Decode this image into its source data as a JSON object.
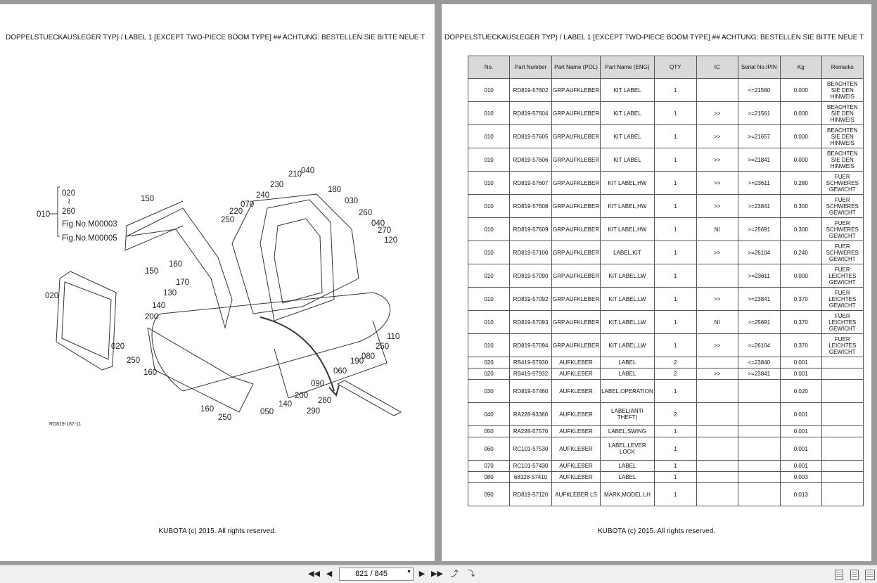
{
  "left_page": {
    "header": "DOPPELSTUECKAUSLEGER TYP) / LABEL 1 [EXCEPT TWO-PIECE BOOM TYPE] ## ACHTUNG: BESTELLEN SIE BITTE NEUE T",
    "footer": "KUBOTA (c) 2015. All rights reserved.",
    "diagram": {
      "drawing_id": "RD819-187-11",
      "bracket_labels": [
        "010",
        "020",
        "260",
        "Fig.No.M00003",
        "Fig.No.M00005"
      ],
      "range_mark": "≀",
      "callouts": [
        "210",
        "040",
        "230",
        "180",
        "240",
        "030",
        "150",
        "070",
        "220",
        "260",
        "250",
        "040",
        "270",
        "120",
        "160",
        "150",
        "170",
        "130",
        "020",
        "140",
        "200",
        "020",
        "250",
        "160",
        "110",
        "250",
        "080",
        "190",
        "060",
        "090",
        "200",
        "140",
        "280",
        "160",
        "250",
        "050",
        "290"
      ]
    }
  },
  "right_page": {
    "header": "DOPPELSTUECKAUSLEGER TYP) / LABEL 1 [EXCEPT TWO-PIECE BOOM TYPE] ## ACHTUNG: BESTELLEN SIE BITTE NEUE T",
    "footer": "KUBOTA (c) 2015. All rights reserved.",
    "table": {
      "headers": [
        "No.",
        "Part Number",
        "Part Name (POL)",
        "Part Name (ENG)",
        "QTY",
        "IC",
        "Serial No./PIN",
        "Kg",
        "Remarks"
      ],
      "rows": [
        [
          "010",
          "RD819-57602",
          "GRP.AUFKLEBER",
          "KIT LABEL",
          "1",
          "",
          "<=21560",
          "0.000",
          "BEACHTEN SIE DEN HINWEIS"
        ],
        [
          "010",
          "RD819-57604",
          "GRP.AUFKLEBER",
          "KIT LABEL",
          "1",
          ">>",
          ">=21561",
          "0.000",
          "BEACHTEN SIE DEN HINWEIS"
        ],
        [
          "010",
          "RD819-57605",
          "GRP.AUFKLEBER",
          "KIT LABEL",
          "1",
          ">>",
          ">=21657",
          "0.000",
          "BEACHTEN SIE DEN HINWEIS"
        ],
        [
          "010",
          "RD819-57606",
          "GRP.AUFKLEBER",
          "KIT LABEL",
          "1",
          ">>",
          ">=21841",
          "0.000",
          "BEACHTEN SIE DEN HINWEIS"
        ],
        [
          "010",
          "RD819-57607",
          "GRP.AUFKLEBER",
          "KIT LABEL,HW",
          "1",
          ">>",
          ">=23611",
          "0.280",
          "FUER SCHWERES GEWICHT"
        ],
        [
          "010",
          "RD819-57608",
          "GRP.AUFKLEBER",
          "KIT LABEL,HW",
          "1",
          ">>",
          ">=23841",
          "0.300",
          "FUER SCHWERES GEWICHT"
        ],
        [
          "010",
          "RD819-57609",
          "GRP.AUFKLEBER",
          "KIT LABEL,HW",
          "1",
          "NI",
          ">=25691",
          "0.300",
          "FUER SCHWERES GEWICHT"
        ],
        [
          "010",
          "RD819-57100",
          "GRP.AUFKLEBER",
          "LABEL,KIT",
          "1",
          ">>",
          ">=26104",
          "0.240",
          "FUER SCHWERES GEWICHT"
        ],
        [
          "010",
          "RD819-57090",
          "GRP.AUFKLEBER",
          "KIT LABEL,LW",
          "1",
          "",
          ">=23611",
          "0.000",
          "FUER LEICHTES GEWICHT"
        ],
        [
          "010",
          "RD819-57092",
          "GRP.AUFKLEBER",
          "KIT LABEL,LW",
          "1",
          ">>",
          ">=23841",
          "0.370",
          "FUER LEICHTES GEWICHT"
        ],
        [
          "010",
          "RD819-57093",
          "GRP.AUFKLEBER",
          "KIT LABEL,LW",
          "1",
          "NI",
          ">=25691",
          "0.370",
          "FUER LEICHTES GEWICHT"
        ],
        [
          "010",
          "RD819-57094",
          "GRP.AUFKLEBER",
          "KIT LABEL,LW",
          "1",
          ">>",
          ">=26104",
          "0.370",
          "FUER LEICHTES GEWICHT"
        ],
        [
          "020",
          "RB419-57930",
          "AUFKLEBER",
          "LABEL",
          "2",
          "",
          "<=23840",
          "0.001",
          ""
        ],
        [
          "020",
          "RB419-57932",
          "AUFKLEBER",
          "LABEL",
          "2",
          ">>",
          ">=23841",
          "0.001",
          ""
        ],
        [
          "030",
          "RD819-57460",
          "AUFKLEBER",
          "LABEL,OPERATION",
          "1",
          "",
          "",
          "0.020",
          ""
        ],
        [
          "040",
          "RA228-93380",
          "AUFKLEBER",
          "LABEL(ANTI THEFT)",
          "2",
          "",
          "",
          "0.001",
          ""
        ],
        [
          "050",
          "RA228-57570",
          "AUFKLEBER",
          "LABEL,SWING",
          "1",
          "",
          "",
          "0.001",
          ""
        ],
        [
          "060",
          "RC101-57530",
          "AUFKLEBER",
          "LABEL,LEVER LOCK",
          "1",
          "",
          "",
          "0.001",
          ""
        ],
        [
          "070",
          "RC101-57430",
          "AUFKLEBER",
          "LABEL",
          "1",
          "",
          "",
          "0.001",
          ""
        ],
        [
          "080",
          "68328-57410",
          "AUFKLEBER",
          "LABEL",
          "1",
          "",
          "",
          "0.003",
          ""
        ],
        [
          "090",
          "RD819-57120",
          "AUFKLEBER LS",
          "MARK,MODEL LH",
          "1",
          "",
          "",
          "0.013",
          ""
        ]
      ]
    }
  },
  "toolbar": {
    "page_indicator": "821 / 845",
    "icons": [
      "first-page-icon",
      "prev-page-icon",
      "next-page-icon",
      "last-page-icon",
      "page-back-icon",
      "page-forward-icon",
      "single-page-view-icon",
      "continuous-view-icon",
      "two-page-view-icon"
    ]
  },
  "colors": {
    "background": "#9a9a9a",
    "page": "#ffffff",
    "table_header": "#d9d9d9",
    "toolbar": "#f0f0f0"
  }
}
